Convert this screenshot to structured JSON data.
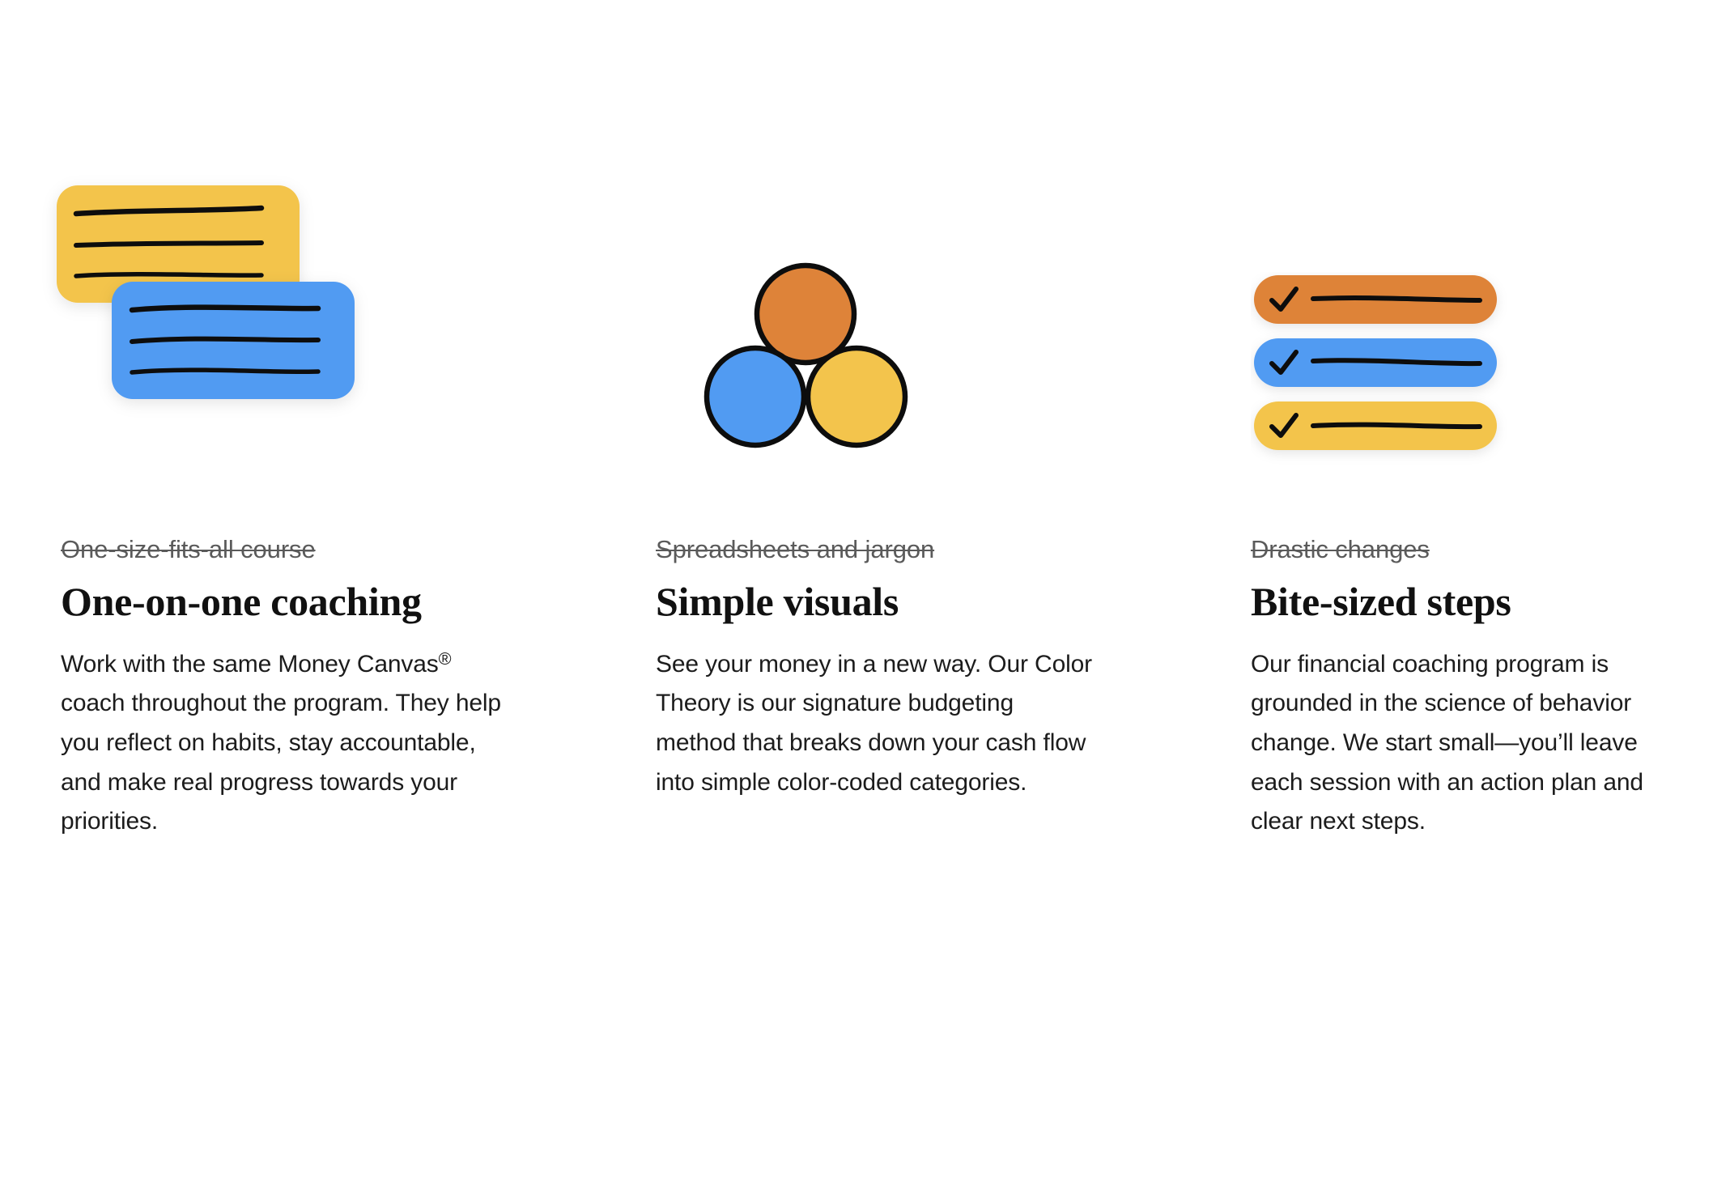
{
  "page": {
    "background_color": "#ffffff",
    "layout": "three-column-feature-list"
  },
  "palette": {
    "yellow": "#F3C44C",
    "blue": "#519BF2",
    "orange": "#DE8339",
    "ink": "#111111",
    "stroke": "#0d0d0d",
    "strike_text": "#5a5a5a",
    "body_text": "#1c1c1c"
  },
  "columns": [
    {
      "icon_name": "stacked-note-cards-icon",
      "icon_description": "A yellow rounded card with three hand-drawn lines overlapped by a blue rounded card with three hand-drawn lines",
      "strike_label": "One-size-fits-all course",
      "headline": "One-on-one coaching",
      "body_html": "Work with the same Money Canvas<span class=\"sup\">®</span> coach throughout the program. They help you reflect on habits, stay accountable, and make real progress towards your priorities.",
      "body_text": "Work with the same Money Canvas® coach throughout the program. They help you reflect on habits, stay accountable, and make real progress towards your priorities."
    },
    {
      "icon_name": "three-color-circles-icon",
      "icon_description": "Three outlined circles arranged in a triangle: orange on top, blue bottom-left, yellow bottom-right",
      "strike_label": "Spreadsheets and jargon",
      "headline": "Simple visuals",
      "body_html": "See your money in a new way. Our Color Theory is our signature budgeting method that breaks down your cash flow into simple color-coded categories.",
      "body_text": "See your money in a new way. Our Color Theory is our signature budgeting method that breaks down your cash flow into simple color-coded categories."
    },
    {
      "icon_name": "checked-task-pills-icon",
      "icon_description": "Three stacked pill-shaped bars, orange, blue and yellow, each with a black checkmark and a hand-drawn line",
      "strike_label": "Drastic changes",
      "headline": "Bite-sized steps",
      "body_html": "Our financial coaching program is grounded in the science of behavior change. We start small—you’ll leave each session with an action plan and clear next steps.",
      "body_text": "Our financial coaching program is grounded in the science of behavior change. We start small—you’ll leave each session with an action plan and clear next steps."
    }
  ],
  "icon_details": {
    "note_cards": {
      "yellow_card_lines": 3,
      "blue_card_lines": 3
    },
    "circles": [
      {
        "name": "circle-orange",
        "color": "#DE8339",
        "position": "top"
      },
      {
        "name": "circle-blue",
        "color": "#519BF2",
        "position": "bottom-left"
      },
      {
        "name": "circle-yellow",
        "color": "#F3C44C",
        "position": "bottom-right"
      }
    ],
    "pills": [
      {
        "name": "pill-orange",
        "color": "#DE8339",
        "checked": true
      },
      {
        "name": "pill-blue",
        "color": "#519BF2",
        "checked": true
      },
      {
        "name": "pill-yellow",
        "color": "#F3C44C",
        "checked": true
      }
    ]
  }
}
